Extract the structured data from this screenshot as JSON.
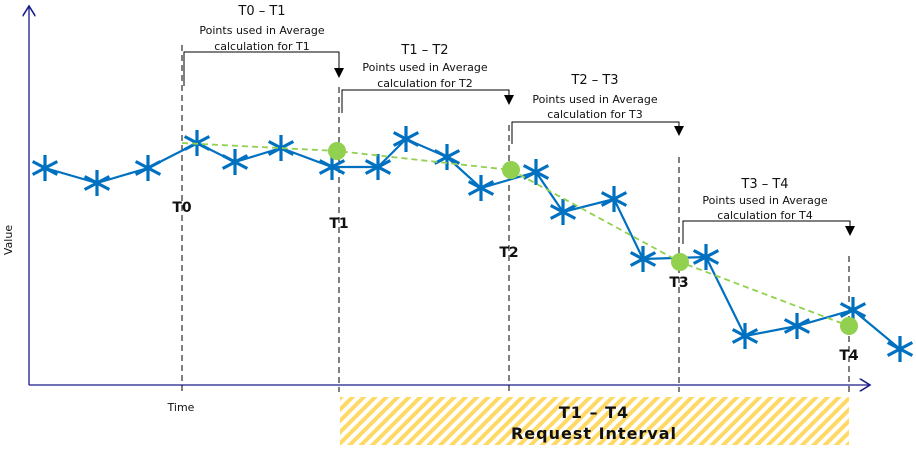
{
  "axes": {
    "y_label": "Value",
    "x_label": "Time"
  },
  "time_markers": [
    "T0",
    "T1",
    "T2",
    "T3",
    "T4"
  ],
  "intervals": [
    {
      "range": "T0 – T1",
      "line1": "Points used in Average",
      "line2": "calculation for T1"
    },
    {
      "range": "T1 – T2",
      "line1": "Points used in Average",
      "line2": "calculation for T2"
    },
    {
      "range": "T2 – T3",
      "line1": "Points used in Average",
      "line2": "calculation for T3"
    },
    {
      "range": "T3 – T4",
      "line1": "Points used in Average",
      "line2": "calculation for T4"
    }
  ],
  "request_interval": {
    "range": "T1 – T4",
    "label": "Request Interval"
  },
  "colors": {
    "series": "#0070c0",
    "average": "#92d050",
    "axis": "#1a1a8c",
    "hatch": "#ffd966"
  }
}
